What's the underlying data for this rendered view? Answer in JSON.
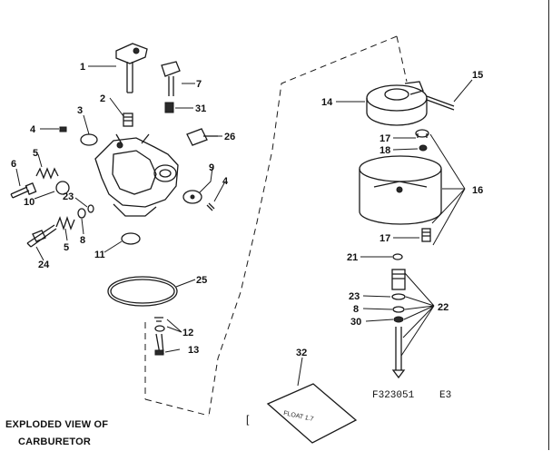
{
  "caption": {
    "line1": "EXPLODED VIEW OF",
    "line2": "CARBURETOR"
  },
  "figure": {
    "code": "F323051",
    "suffix": "E3",
    "stray_mark": "["
  },
  "callouts": {
    "n1": "1",
    "n2": "2",
    "n3": "3",
    "n4a": "4",
    "n4b": "4",
    "n5a": "5",
    "n5b": "5",
    "n6": "6",
    "n7": "7",
    "n8a": "8",
    "n8b": "8",
    "n9": "9",
    "n10": "10",
    "n11": "11",
    "n12": "12",
    "n13": "13",
    "n14": "14",
    "n15": "15",
    "n16": "16",
    "n17a": "17",
    "n17b": "17",
    "n18": "18",
    "n21": "21",
    "n22": "22",
    "n23a": "23",
    "n23b": "23",
    "n24": "24",
    "n25": "25",
    "n26": "26",
    "n30": "30",
    "n31": "31",
    "n32": "32"
  },
  "gasket_print": "FLOAT 1.7"
}
